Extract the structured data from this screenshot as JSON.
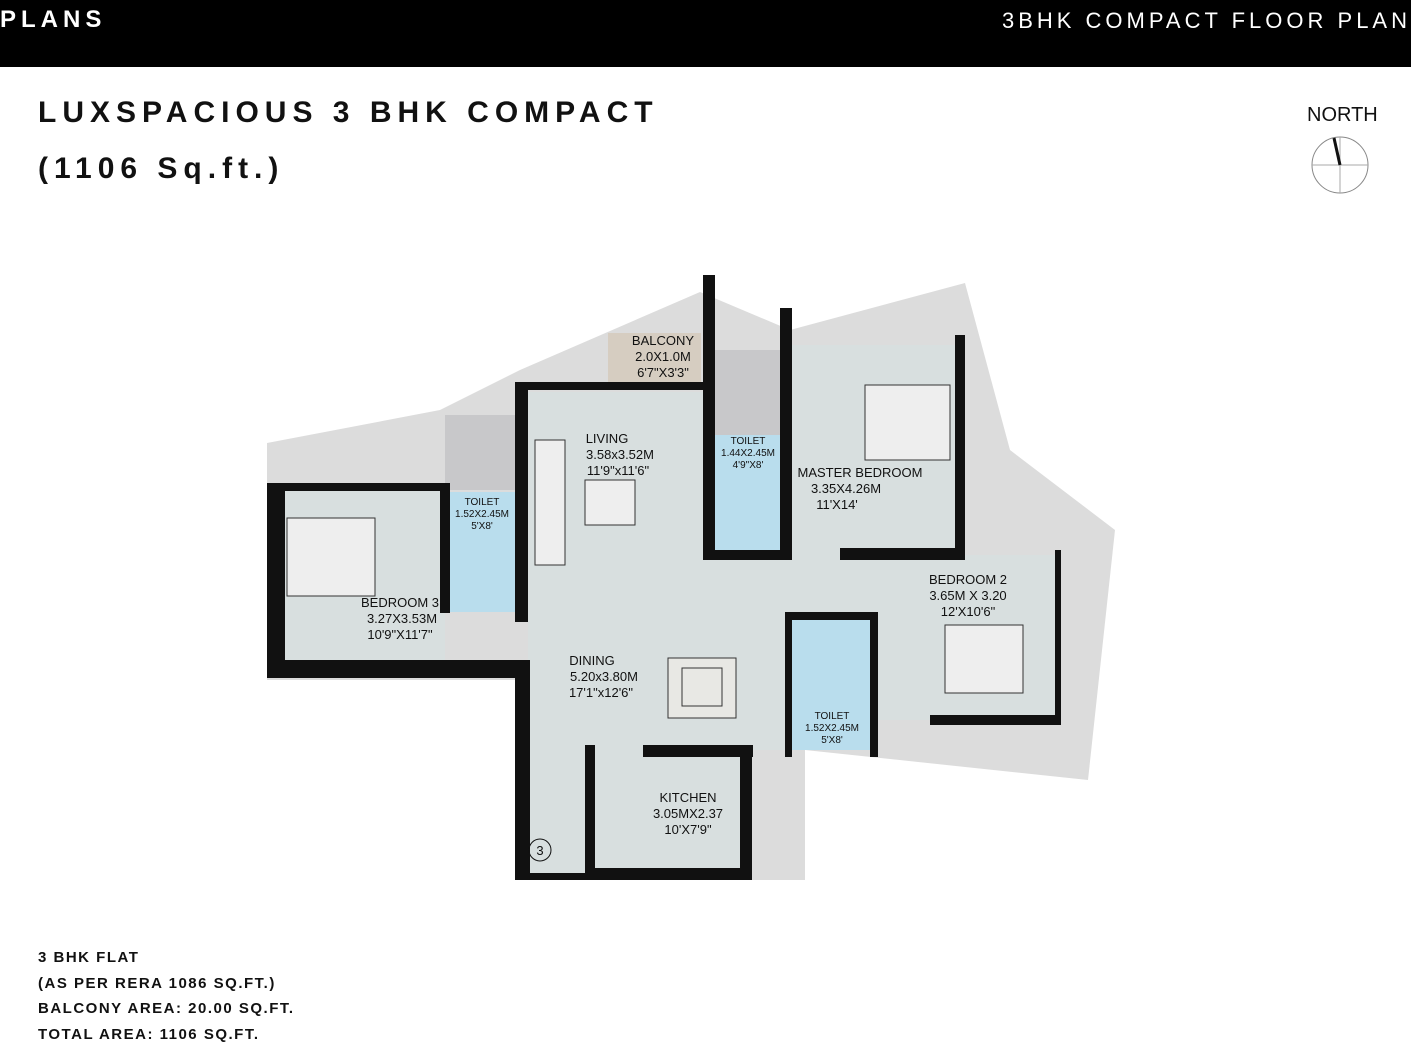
{
  "header": {
    "left": "PLANS",
    "right": "3BHK COMPACT FLOOR PLAN"
  },
  "title": {
    "line1": "LUXSPACIOUS 3 BHK COMPACT",
    "line2": "(1106 Sq.ft.)"
  },
  "compass": {
    "label": "NORTH",
    "icon": "north-arrow-icon"
  },
  "rooms": {
    "balcony": {
      "name": "BALCONY",
      "metric": "2.0X1.0M",
      "imperial": "6'7\"X3'3\""
    },
    "living": {
      "name": "LIVING",
      "metric": "3.58x3.52M",
      "imperial": "11'9\"x11'6\""
    },
    "toilet_master": {
      "name": "TOILET",
      "metric": "1.44X2.45M",
      "imperial": "4'9\"X8'"
    },
    "master_bedroom": {
      "name": "MASTER BEDROOM",
      "metric": "3.35X4.26M",
      "imperial": "11'X14'"
    },
    "toilet_b3": {
      "name": "TOILET",
      "metric": "1.52X2.45M",
      "imperial": "5'X8'"
    },
    "bedroom3": {
      "name": "BEDROOM 3",
      "metric": "3.27X3.53M",
      "imperial": "10'9\"X11'7\""
    },
    "bedroom2": {
      "name": "BEDROOM 2",
      "metric": "3.65M X 3.20",
      "imperial": "12'X10'6\""
    },
    "dining": {
      "name": "DINING",
      "metric": "5.20x3.80M",
      "imperial": "17'1\"x12'6\""
    },
    "toilet_b2": {
      "name": "TOILET",
      "metric": "1.52X2.45M",
      "imperial": "5'X8'"
    },
    "kitchen": {
      "name": "KITCHEN",
      "metric": "3.05MX2.37",
      "imperial": "10'X7'9\""
    },
    "stair_no": "3"
  },
  "notes": [
    "3 BHK FLAT",
    "(AS PER RERA 1086 SQ.FT.)",
    "BALCONY AREA: 20.00 SQ.FT.",
    "TOTAL AREA: 1106 SQ.FT."
  ],
  "colors": {
    "wall": "#111111",
    "floor": "#d8dfdf",
    "toilet": "#b9dded",
    "outside": "#dcdcdc",
    "balcony": "#d6cdc1"
  }
}
